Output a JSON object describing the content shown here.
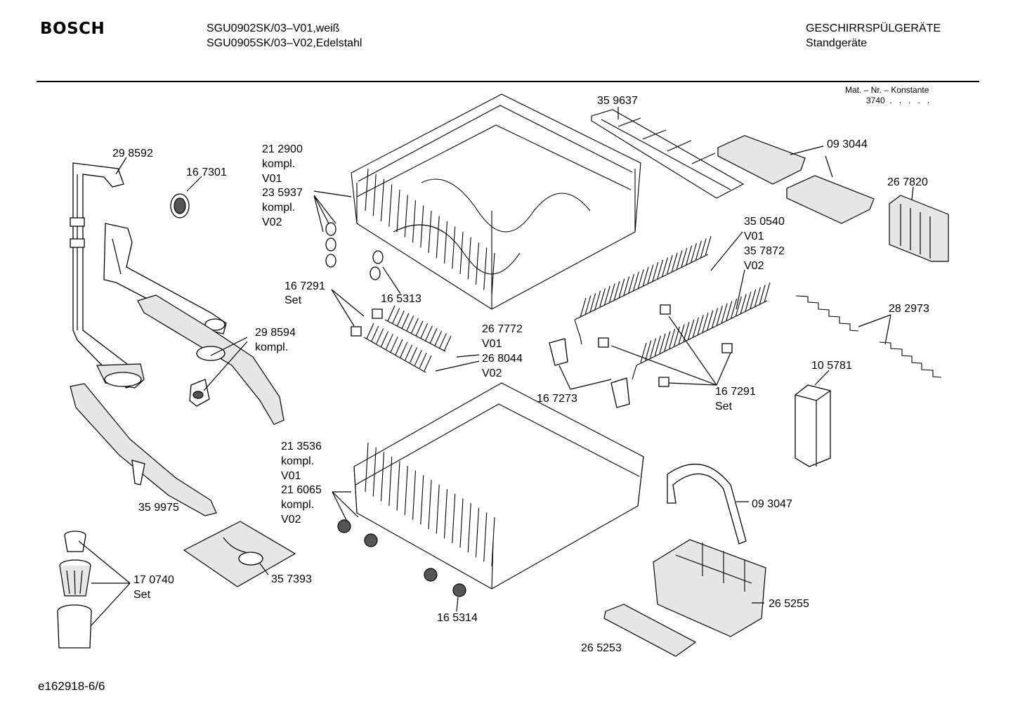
{
  "header": {
    "brand": "BOSCH",
    "model_line_1": "SGU0902SK/03–V01,weiß",
    "model_line_2": "SGU0905SK/03–V02,Edelstahl",
    "category_line_1": "GESCHIRRSPÜLGERÄTE",
    "category_line_2": "Standgeräte",
    "mat_label": "Mat. – Nr. – Konstante",
    "mat_value": "3740  .   .   .   .   ."
  },
  "labels": {
    "p298592": "29 8592",
    "p167301": "16 7301",
    "p212900_block": "21 2900\nkompl.\nV01\n23 5937\nkompl.\nV02",
    "p359637": "35 9637",
    "p093044": "09 3044",
    "p267820": "26 7820",
    "p350540_block": "35 0540\nV01\n35 7872\nV02",
    "p167291_set_a": "16 7291\nSet",
    "p165313": "16 5313",
    "p282973": "28 2973",
    "p298594_block": "29 8594\nkompl.",
    "p267772_block": "26 7772\nV01\n26 8044\nV02",
    "p105781": "10 5781",
    "p167273": "16 7273",
    "p167291_set_b": "16 7291\nSet",
    "p213536_block": "21 3536\nkompl.\nV01\n21 6065\nkompl.\nV02",
    "p359975": "35 9975",
    "p093047": "09 3047",
    "p170740_block": "17 0740\nSet",
    "p357393": "35 7393",
    "p265255": "26 5255",
    "p165314": "16 5314",
    "p265253": "26 5253"
  },
  "footer": {
    "diagram_id": "e162918-6/6"
  }
}
